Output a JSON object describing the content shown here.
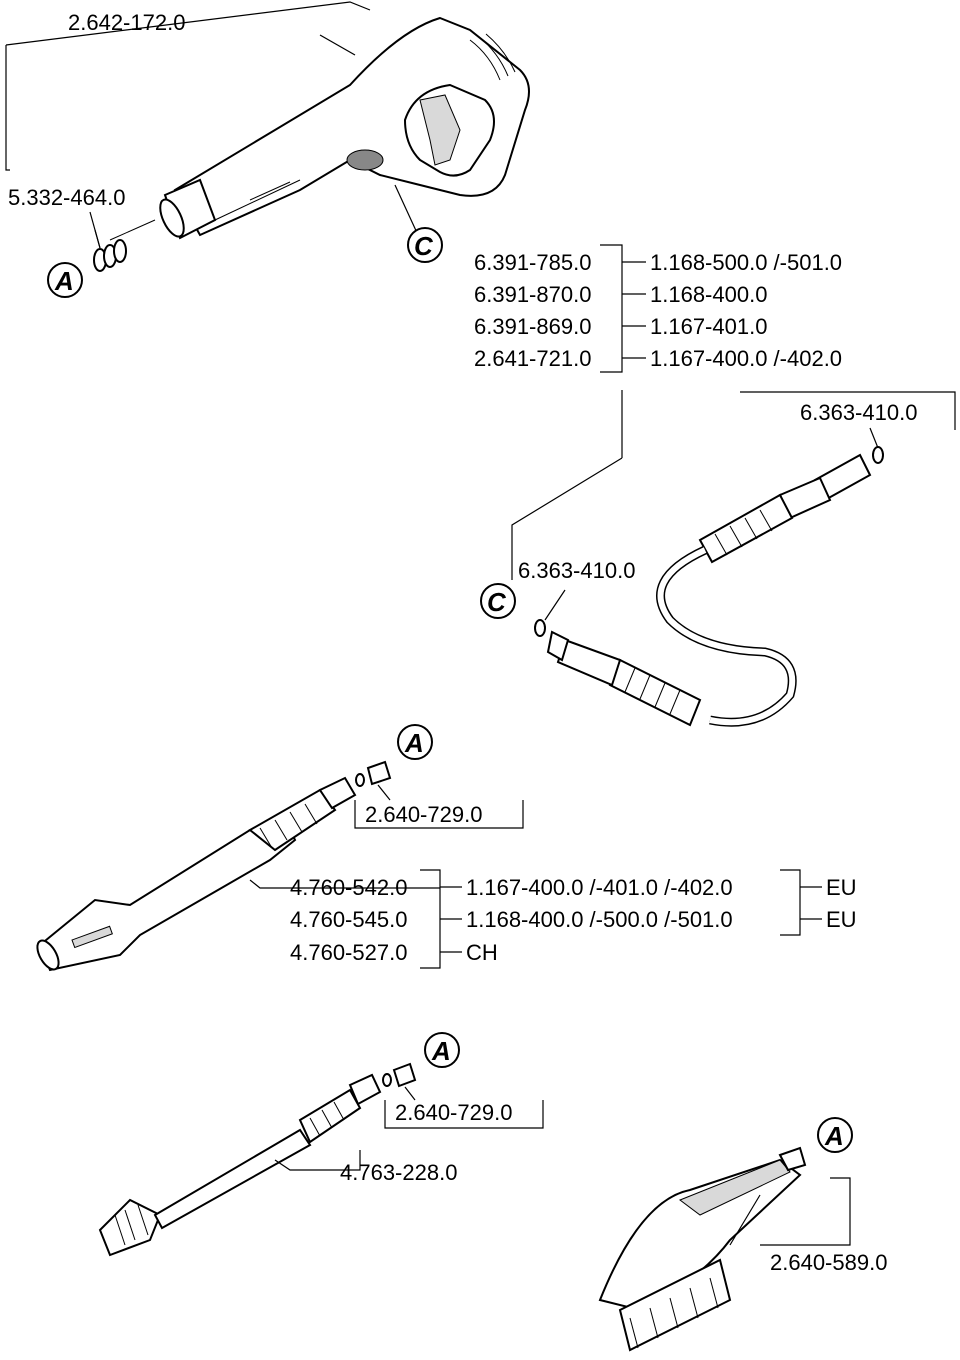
{
  "trigger_gun": {
    "part_number": "2.642-172.0",
    "seal_kit": "5.332-464.0",
    "marker_a": "A",
    "marker_c": "C"
  },
  "hose_table": {
    "rows": [
      {
        "part": "6.391-785.0",
        "model": "1.168-500.0 /-501.0"
      },
      {
        "part": "6.391-870.0",
        "model": "1.168-400.0"
      },
      {
        "part": "6.391-869.0",
        "model": "1.167-401.0"
      },
      {
        "part": "2.641-721.0",
        "model": "1.167-400.0 /-402.0"
      }
    ]
  },
  "hose": {
    "oring_top": "6.363-410.0",
    "oring_bottom": "6.363-410.0",
    "marker_c": "C"
  },
  "spray_lance": {
    "marker_a": "A",
    "adapter": "2.640-729.0",
    "rows": [
      {
        "part": "4.760-542.0",
        "model": "1.167-400.0 /-401.0 /-402.0",
        "region": "EU"
      },
      {
        "part": "4.760-545.0",
        "model": "1.168-400.0 /-500.0 /-501.0",
        "region": "EU"
      },
      {
        "part": "4.760-527.0",
        "model": "CH",
        "region": ""
      }
    ]
  },
  "dirt_blaster": {
    "marker_a": "A",
    "adapter": "2.640-729.0",
    "part_number": "4.763-228.0"
  },
  "brush": {
    "marker_a": "A",
    "part_number": "2.640-589.0"
  }
}
